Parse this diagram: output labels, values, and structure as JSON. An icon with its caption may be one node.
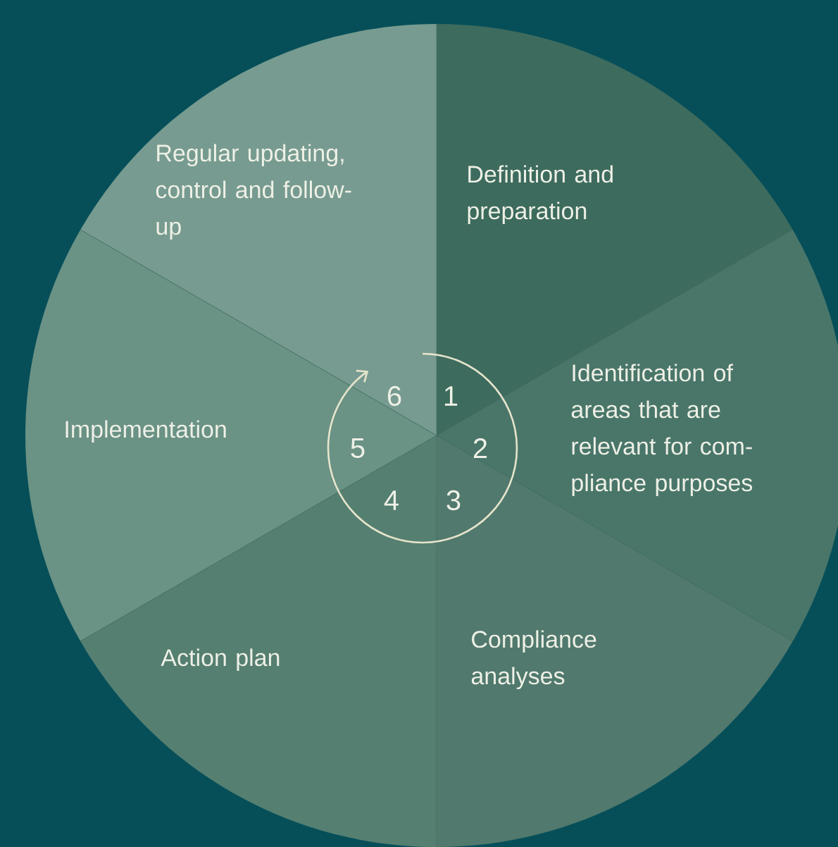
{
  "diagram": {
    "nodes": [
      {
        "text": [
          "Definition and preparation"
        ]
      },
      {
        "text": [
          "Identification of areas that are relevant for com-pliance purposes"
        ]
      },
      {
        "text": [
          "Compliance analyses"
        ]
      },
      {
        "text": [
          "Action plan"
        ]
      },
      {
        "text": [
          "Implementation"
        ]
      },
      {
        "text": [
          "Regular updating, control and follow-up"
        ]
      }
    ],
    "labels": [
      "1",
      "2",
      "3",
      "4",
      "5",
      "6"
    ]
  }
}
